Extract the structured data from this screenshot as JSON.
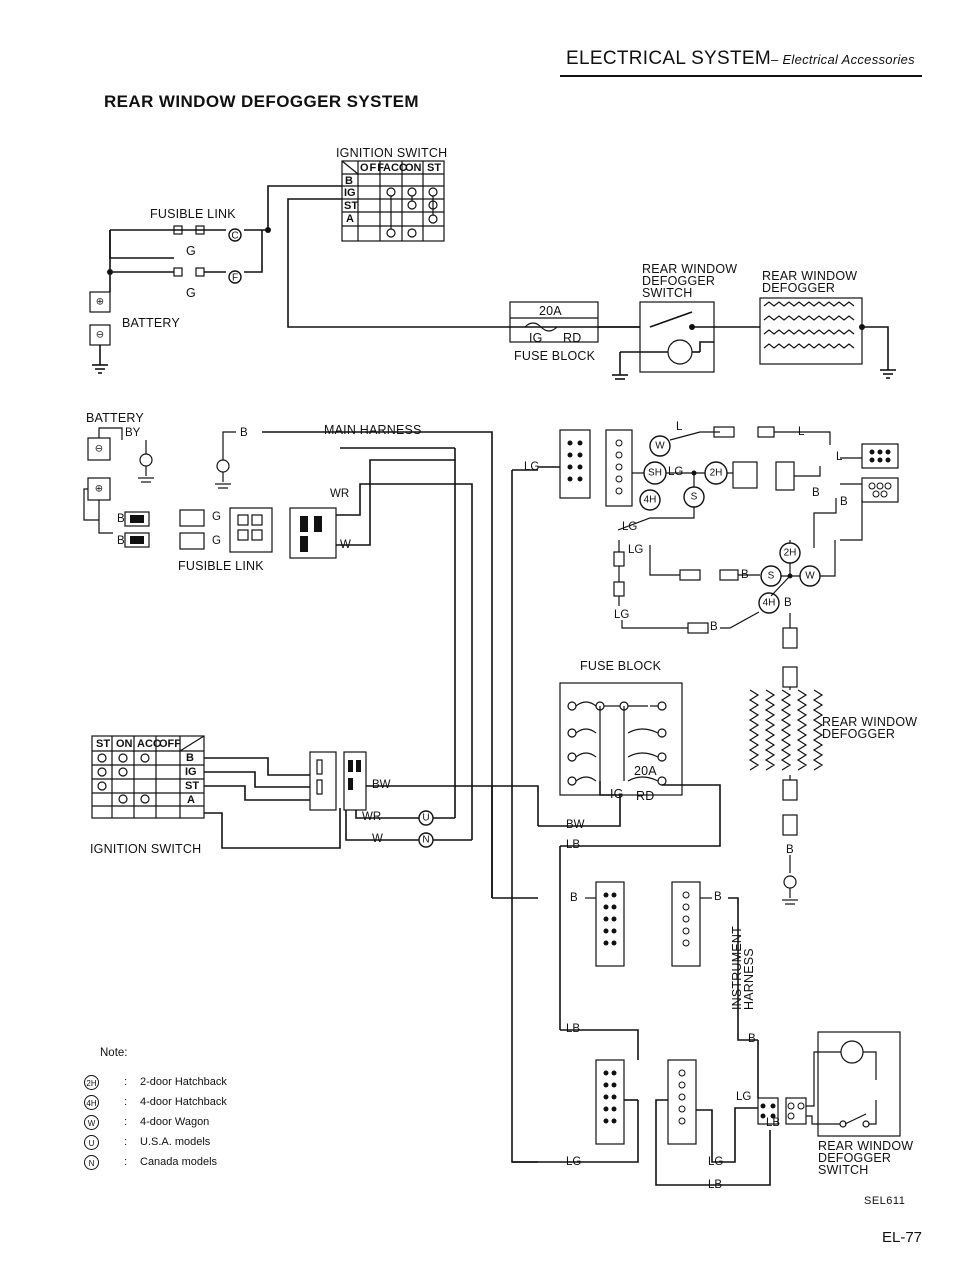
{
  "header": {
    "section": "ELECTRICAL SYSTEM",
    "subsection": "– Electrical Accessories"
  },
  "title": "REAR WINDOW DEFOGGER SYSTEM",
  "schematic": {
    "ignition_switch_label": "IGNITION SWITCH",
    "ignition_table": {
      "columns": [
        "OFF",
        "ACC",
        "ON",
        "ST"
      ],
      "rows": [
        "B",
        "IG",
        "ST",
        "A"
      ]
    },
    "fusible_link_label": "FUSIBLE LINK",
    "fuse_c": "C",
    "fuse_f": "F",
    "g_label_1": "G",
    "g_label_2": "G",
    "battery_label": "BATTERY",
    "defogger_switch_label": "REAR WINDOW DEFOGGER SWITCH",
    "defogger_label": "REAR WINDOW DEFOGGER",
    "fuse_amp": "20A",
    "fuse_ig": "IG",
    "fuse_rd": "RD",
    "fuse_block_label": "FUSE BLOCK"
  },
  "harness": {
    "battery_label": "BATTERY",
    "by": "BY",
    "b_top": "B",
    "main_harness_label": "MAIN HARNESS",
    "fusible_link_label": "FUSIBLE LINK",
    "b1": "B",
    "b2": "B",
    "g1": "G",
    "g2": "G",
    "wr": "WR",
    "w": "W",
    "bw": "BW",
    "wr_u": "WR",
    "u": "U",
    "w_n": "W",
    "n": "N",
    "ignition_switch_label": "IGNITION SWITCH",
    "ignition_table": {
      "columns": [
        "ST",
        "ON",
        "ACC",
        "OFF"
      ],
      "rows": [
        "B",
        "IG",
        "ST",
        "A"
      ]
    },
    "lg_left": "LG",
    "w_circle": "W",
    "l_top": "L",
    "l_right1": "L",
    "l_right2": "L",
    "sh": "SH",
    "lg_mid": "LG",
    "two_h": "2H",
    "four_h": "4H",
    "s": "S",
    "b_r1": "B",
    "b_r2": "B",
    "lg_a": "LG",
    "lg_b": "LG",
    "lg_c": "LG",
    "two_h_b": "2H",
    "b_s": "B",
    "s_b": "S",
    "w_b": "W",
    "four_h_b": "4H",
    "b_4h": "B",
    "b_bottom": "B",
    "fuse_block_label": "FUSE BLOCK",
    "fuse_amp": "20A",
    "fuse_ig": "IG",
    "fuse_rd": "RD",
    "defogger_label": "REAR WINDOW DEFOGGER",
    "bw_right": "BW",
    "lb_right": "LB",
    "b_conn": "B",
    "b_conn2": "B",
    "b_def": "B",
    "instrument_harness_label": "INSTRUMENT HARNESS",
    "lb_lower": "LB",
    "b_lower": "B",
    "lg_lower": "LG",
    "lb_lower2": "LB",
    "lg_bottom1": "LG",
    "lg_bottom2": "LG",
    "lb_bottom": "LB",
    "switch_label": "REAR WINDOW DEFOGGER SWITCH"
  },
  "notes": {
    "heading": "Note:",
    "items": [
      {
        "symbol": "2H",
        "text": "2-door Hatchback"
      },
      {
        "symbol": "4H",
        "text": "4-door Hatchback"
      },
      {
        "symbol": "W",
        "text": "4-door Wagon"
      },
      {
        "symbol": "U",
        "text": "U.S.A. models"
      },
      {
        "symbol": "N",
        "text": "Canada models"
      }
    ]
  },
  "figure_code": "SEL611",
  "page_number": "EL-77"
}
